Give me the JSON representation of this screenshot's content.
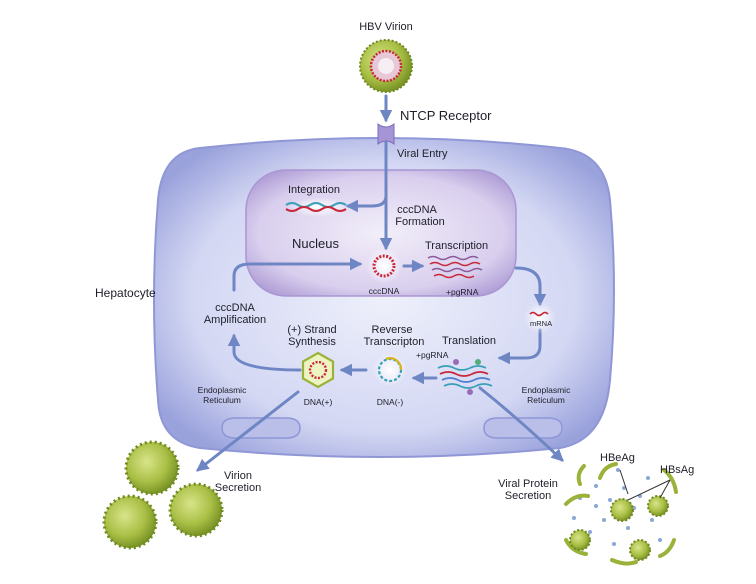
{
  "labels": {
    "hbv_virion": "HBV Virion",
    "ntcp_receptor": "NTCP Receptor",
    "viral_entry": "Viral Entry",
    "integration": "Integration",
    "cccdna_formation_1": "cccDNA",
    "cccdna_formation_2": "Formation",
    "nucleus": "Nucleus",
    "transcription": "Transcription",
    "cccdna": "cccDNA",
    "pgrna_nucleus": "+pgRNA",
    "hepatocyte": "Hepatocyte",
    "cccdna_amplification_1": "cccDNA",
    "cccdna_amplification_2": "Amplification",
    "mrna": "mRNA",
    "strand_synthesis_1": "(+) Strand",
    "strand_synthesis_2": "Synthesis",
    "reverse_transcription_1": "Reverse",
    "reverse_transcription_2": "Transcripton",
    "translation": "Translation",
    "pgrna_cytoplasm": "+pgRNA",
    "er_left_1": "Endoplasmic",
    "er_left_2": "Reticulum",
    "dna_plus": "DNA(+)",
    "dna_minus": "DNA(-)",
    "er_right_1": "Endoplasmic",
    "er_right_2": "Reticulum",
    "virion_secretion_1": "Virion",
    "virion_secretion_2": "Secretion",
    "viral_protein_secretion_1": "Viral Protein",
    "viral_protein_secretion_2": "Secretion",
    "hbeag": "HBeAg",
    "hbsag": "HBsAg"
  },
  "colors": {
    "cell_fill": "#c9cdf0",
    "cell_edge": "#8f97d6",
    "nucleus_fill": "#b7a6d8",
    "arrow": "#6f86c4",
    "virion_green": "#9bb23a",
    "virion_spike": "#6e8a1f",
    "dna_red": "#c8283a",
    "rna_teal": "#3aa0b8"
  }
}
